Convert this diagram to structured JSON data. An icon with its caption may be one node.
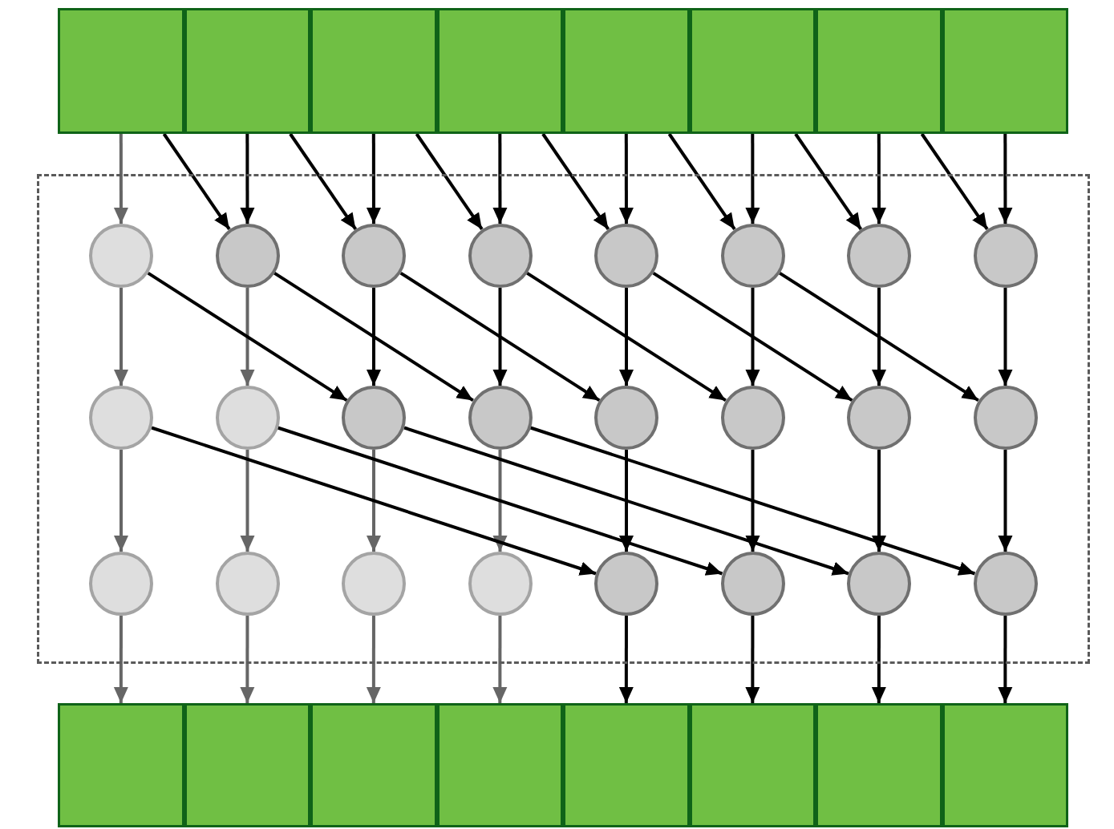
{
  "diagram": {
    "nodes": [
      {
        "text": [],
        "shape": "box"
      },
      {
        "text": [],
        "shape": "box"
      },
      {
        "text": [],
        "shape": "box"
      },
      {
        "text": [],
        "shape": "box"
      },
      {
        "text": [],
        "shape": "box"
      },
      {
        "text": [],
        "shape": "box"
      },
      {
        "text": [],
        "shape": "box"
      },
      {
        "text": [],
        "shape": "box"
      },
      {
        "text": [],
        "shape": "box"
      },
      {
        "text": [],
        "shape": "circle",
        "in": 8
      },
      {
        "text": [],
        "shape": "circle",
        "in": 8
      },
      {
        "text": [],
        "shape": "circle",
        "in": 8
      },
      {
        "text": [],
        "shape": "circle",
        "in": 8
      },
      {
        "text": [],
        "shape": "circle",
        "in": 8
      },
      {
        "text": [],
        "shape": "circle",
        "in": 8
      },
      {
        "text": [],
        "shape": "circle",
        "in": 8
      },
      {
        "text": [],
        "shape": "circle",
        "in": 8
      },
      {
        "text": [],
        "shape": "circle",
        "in": 8
      },
      {
        "text": [],
        "shape": "circle",
        "in": 8
      },
      {
        "text": [],
        "shape": "circle",
        "in": 8
      },
      {
        "text": [],
        "shape": "circle",
        "in": 8
      },
      {
        "text": [],
        "shape": "circle",
        "in": 8
      },
      {
        "text": [],
        "shape": "circle",
        "in": 8
      },
      {
        "text": [],
        "shape": "circle",
        "in": 8
      },
      {
        "text": [],
        "shape": "circle",
        "in": 8
      },
      {
        "text": [],
        "shape": "circle",
        "in": 8
      },
      {
        "text": [],
        "shape": "circle",
        "in": 8
      },
      {
        "text": [],
        "shape": "circle",
        "in": 8
      },
      {
        "text": [],
        "shape": "circle",
        "in": 8
      },
      {
        "text": [],
        "shape": "circle",
        "in": 8
      },
      {
        "text": [],
        "shape": "circle",
        "in": 8
      },
      {
        "text": [],
        "shape": "circle",
        "in": 8
      },
      {
        "text": [],
        "shape": "circle",
        "in": 8
      },
      {
        "text": [],
        "shape": "box"
      },
      {
        "text": [],
        "shape": "box"
      },
      {
        "text": [],
        "shape": "box"
      },
      {
        "text": [],
        "shape": "box"
      },
      {
        "text": [],
        "shape": "box"
      },
      {
        "text": [],
        "shape": "box"
      },
      {
        "text": [],
        "shape": "box"
      },
      {
        "text": [],
        "shape": "box"
      }
    ],
    "edges": [
      {
        "from": 0,
        "to": 9,
        "arrow": "to",
        "color": "#666666"
      },
      {
        "from": 1,
        "to": 10,
        "arrow": "to"
      },
      {
        "from": 2,
        "to": 11,
        "arrow": "to"
      },
      {
        "from": 3,
        "to": 12,
        "arrow": "to"
      },
      {
        "from": 4,
        "to": 13,
        "arrow": "to"
      },
      {
        "from": 5,
        "to": 14,
        "arrow": "to"
      },
      {
        "from": 6,
        "to": 15,
        "arrow": "to"
      },
      {
        "from": 7,
        "to": 16,
        "arrow": "to"
      },
      {
        "from": 0,
        "to": 10,
        "arrow": "to"
      },
      {
        "from": 1,
        "to": 11,
        "arrow": "to"
      },
      {
        "from": 2,
        "to": 12,
        "arrow": "to"
      },
      {
        "from": 3,
        "to": 13,
        "arrow": "to"
      },
      {
        "from": 4,
        "to": 14,
        "arrow": "to"
      },
      {
        "from": 5,
        "to": 15,
        "arrow": "to"
      },
      {
        "from": 6,
        "to": 16,
        "arrow": "to"
      },
      {
        "from": 9,
        "to": 17,
        "arrow": "to",
        "color": "#666666"
      },
      {
        "from": 10,
        "to": 18,
        "arrow": "to",
        "color": "#666666"
      },
      {
        "from": 11,
        "to": 19,
        "arrow": "to"
      },
      {
        "from": 12,
        "to": 20,
        "arrow": "to"
      },
      {
        "from": 13,
        "to": 21,
        "arrow": "to"
      },
      {
        "from": 14,
        "to": 22,
        "arrow": "to"
      },
      {
        "from": 15,
        "to": 23,
        "arrow": "to"
      },
      {
        "from": 16,
        "to": 24,
        "arrow": "to"
      },
      {
        "from": 9,
        "to": 19,
        "arrow": "to"
      },
      {
        "from": 10,
        "to": 20,
        "arrow": "to"
      },
      {
        "from": 11,
        "to": 21,
        "arrow": "to"
      },
      {
        "from": 12,
        "to": 22,
        "arrow": "to"
      },
      {
        "from": 13,
        "to": 23,
        "arrow": "to"
      },
      {
        "from": 14,
        "to": 24,
        "arrow": "to"
      },
      {
        "from": 17,
        "to": 25,
        "arrow": "to",
        "color": "#666666"
      },
      {
        "from": 18,
        "to": 26,
        "arrow": "to",
        "color": "#666666"
      },
      {
        "from": 19,
        "to": 27,
        "arrow": "to",
        "color": "#666666"
      },
      {
        "from": 20,
        "to": 28,
        "arrow": "to",
        "color": "#666666"
      },
      {
        "from": 21,
        "to": 29,
        "arrow": "to"
      },
      {
        "from": 22,
        "to": 30,
        "arrow": "to"
      },
      {
        "from": 23,
        "to": 31,
        "arrow": "to"
      },
      {
        "from": 24,
        "to": 32,
        "arrow": "to"
      },
      {
        "from": 17,
        "to": 29,
        "arrow": "to"
      },
      {
        "from": 18,
        "to": 30,
        "arrow": "to"
      },
      {
        "from": 19,
        "to": 31,
        "arrow": "to"
      },
      {
        "from": 20,
        "to": 32,
        "arrow": "to"
      },
      {
        "from": 25,
        "to": 33,
        "arrow": "to",
        "color": "#666666"
      },
      {
        "from": 26,
        "to": 34,
        "arrow": "to",
        "color": "#666666"
      },
      {
        "from": 27,
        "to": 35,
        "arrow": "to",
        "color": "#666666"
      },
      {
        "from": 28,
        "to": 36,
        "arrow": "to",
        "color": "#666666"
      },
      {
        "from": 29,
        "to": 37,
        "arrow": "to"
      },
      {
        "from": 30,
        "to": 38,
        "arrow": "to"
      },
      {
        "from": 31,
        "to": 39,
        "arrow": "to"
      },
      {
        "from": 32,
        "to": 40,
        "arrow": "to"
      }
    ]
  }
}
